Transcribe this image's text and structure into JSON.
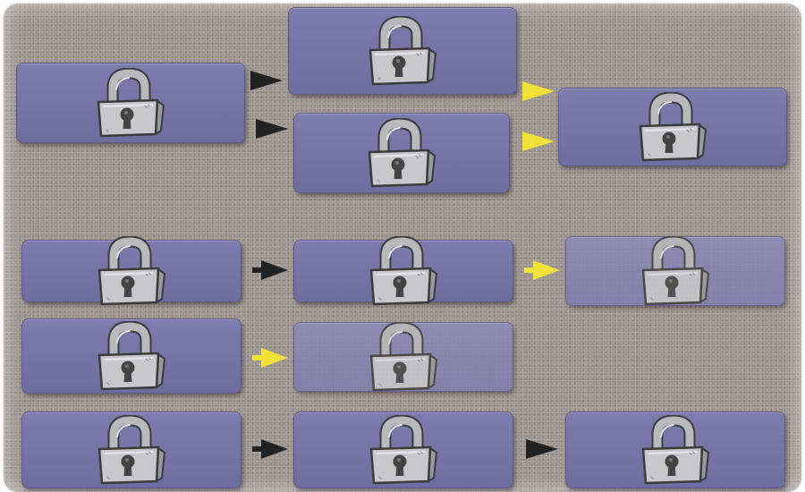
{
  "board": {
    "icon": "padlock-icon",
    "colors": {
      "tile": "#7573a5",
      "tile_faded": "#8886b5",
      "arrow_dark": "#222222",
      "arrow_yellow": "#f1e23a",
      "background": "#9a918b"
    },
    "tiles": [
      {
        "id": "tile-r1-a",
        "state": "locked"
      },
      {
        "id": "tile-r1-b-top",
        "state": "locked"
      },
      {
        "id": "tile-r1-b-bottom",
        "state": "locked"
      },
      {
        "id": "tile-r1-c",
        "state": "locked"
      },
      {
        "id": "tile-r2-a",
        "state": "locked"
      },
      {
        "id": "tile-r2-b",
        "state": "locked"
      },
      {
        "id": "tile-r2-c",
        "state": "locked"
      },
      {
        "id": "tile-r3-a",
        "state": "locked"
      },
      {
        "id": "tile-r3-b",
        "state": "locked"
      },
      {
        "id": "tile-r4-a",
        "state": "locked"
      },
      {
        "id": "tile-r4-b",
        "state": "locked"
      },
      {
        "id": "tile-r4-c",
        "state": "locked"
      }
    ],
    "arrows": [
      {
        "id": "r1-a-to-b-top",
        "color": "dark"
      },
      {
        "id": "r1-a-to-b-bottom",
        "color": "dark"
      },
      {
        "id": "r1-b-top-to-c",
        "color": "yellow"
      },
      {
        "id": "r1-b-bottom-to-c",
        "color": "yellow"
      },
      {
        "id": "r2-a-to-b",
        "color": "dark"
      },
      {
        "id": "r2-b-to-c",
        "color": "yellow"
      },
      {
        "id": "r3-a-to-b",
        "color": "yellow"
      },
      {
        "id": "r4-a-to-b",
        "color": "dark"
      },
      {
        "id": "r4-b-to-c",
        "color": "dark"
      }
    ]
  }
}
